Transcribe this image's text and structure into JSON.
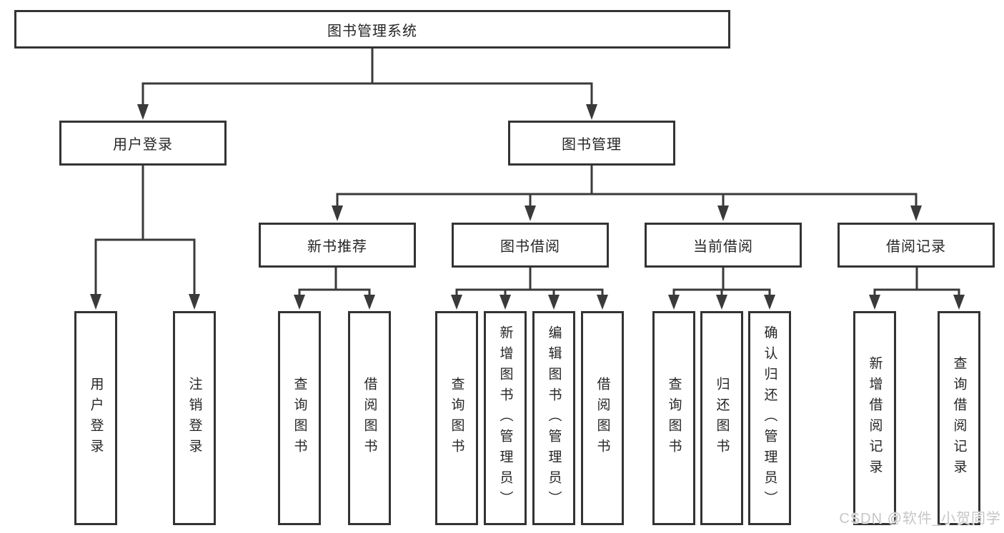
{
  "diagram": {
    "root": {
      "label": "图书管理系统",
      "children": [
        {
          "label": "用户登录",
          "children": [
            {
              "label": "用户登录"
            },
            {
              "label": "注销登录"
            }
          ]
        },
        {
          "label": "图书管理",
          "children": [
            {
              "label": "新书推荐",
              "children": [
                {
                  "label": "查询图书"
                },
                {
                  "label": "借阅图书"
                }
              ]
            },
            {
              "label": "图书借阅",
              "children": [
                {
                  "label": "查询图书"
                },
                {
                  "label": "新增图书（管理员）"
                },
                {
                  "label": "编辑图书（管理员）"
                },
                {
                  "label": "借阅图书"
                }
              ]
            },
            {
              "label": "当前借阅",
              "children": [
                {
                  "label": "查询图书"
                },
                {
                  "label": "归还图书"
                },
                {
                  "label": "确认归还（管理员）"
                }
              ]
            },
            {
              "label": "借阅记录",
              "children": [
                {
                  "label": "新增借阅记录"
                },
                {
                  "label": "查询借阅记录"
                }
              ]
            }
          ]
        }
      ]
    },
    "colors": {
      "line": "#3a3a3a",
      "border": "#333333",
      "text": "#262626",
      "background": "#ffffff",
      "watermark": "#c6c6c6"
    }
  },
  "watermark": {
    "text": "CSDN @软件_小贺同学"
  }
}
